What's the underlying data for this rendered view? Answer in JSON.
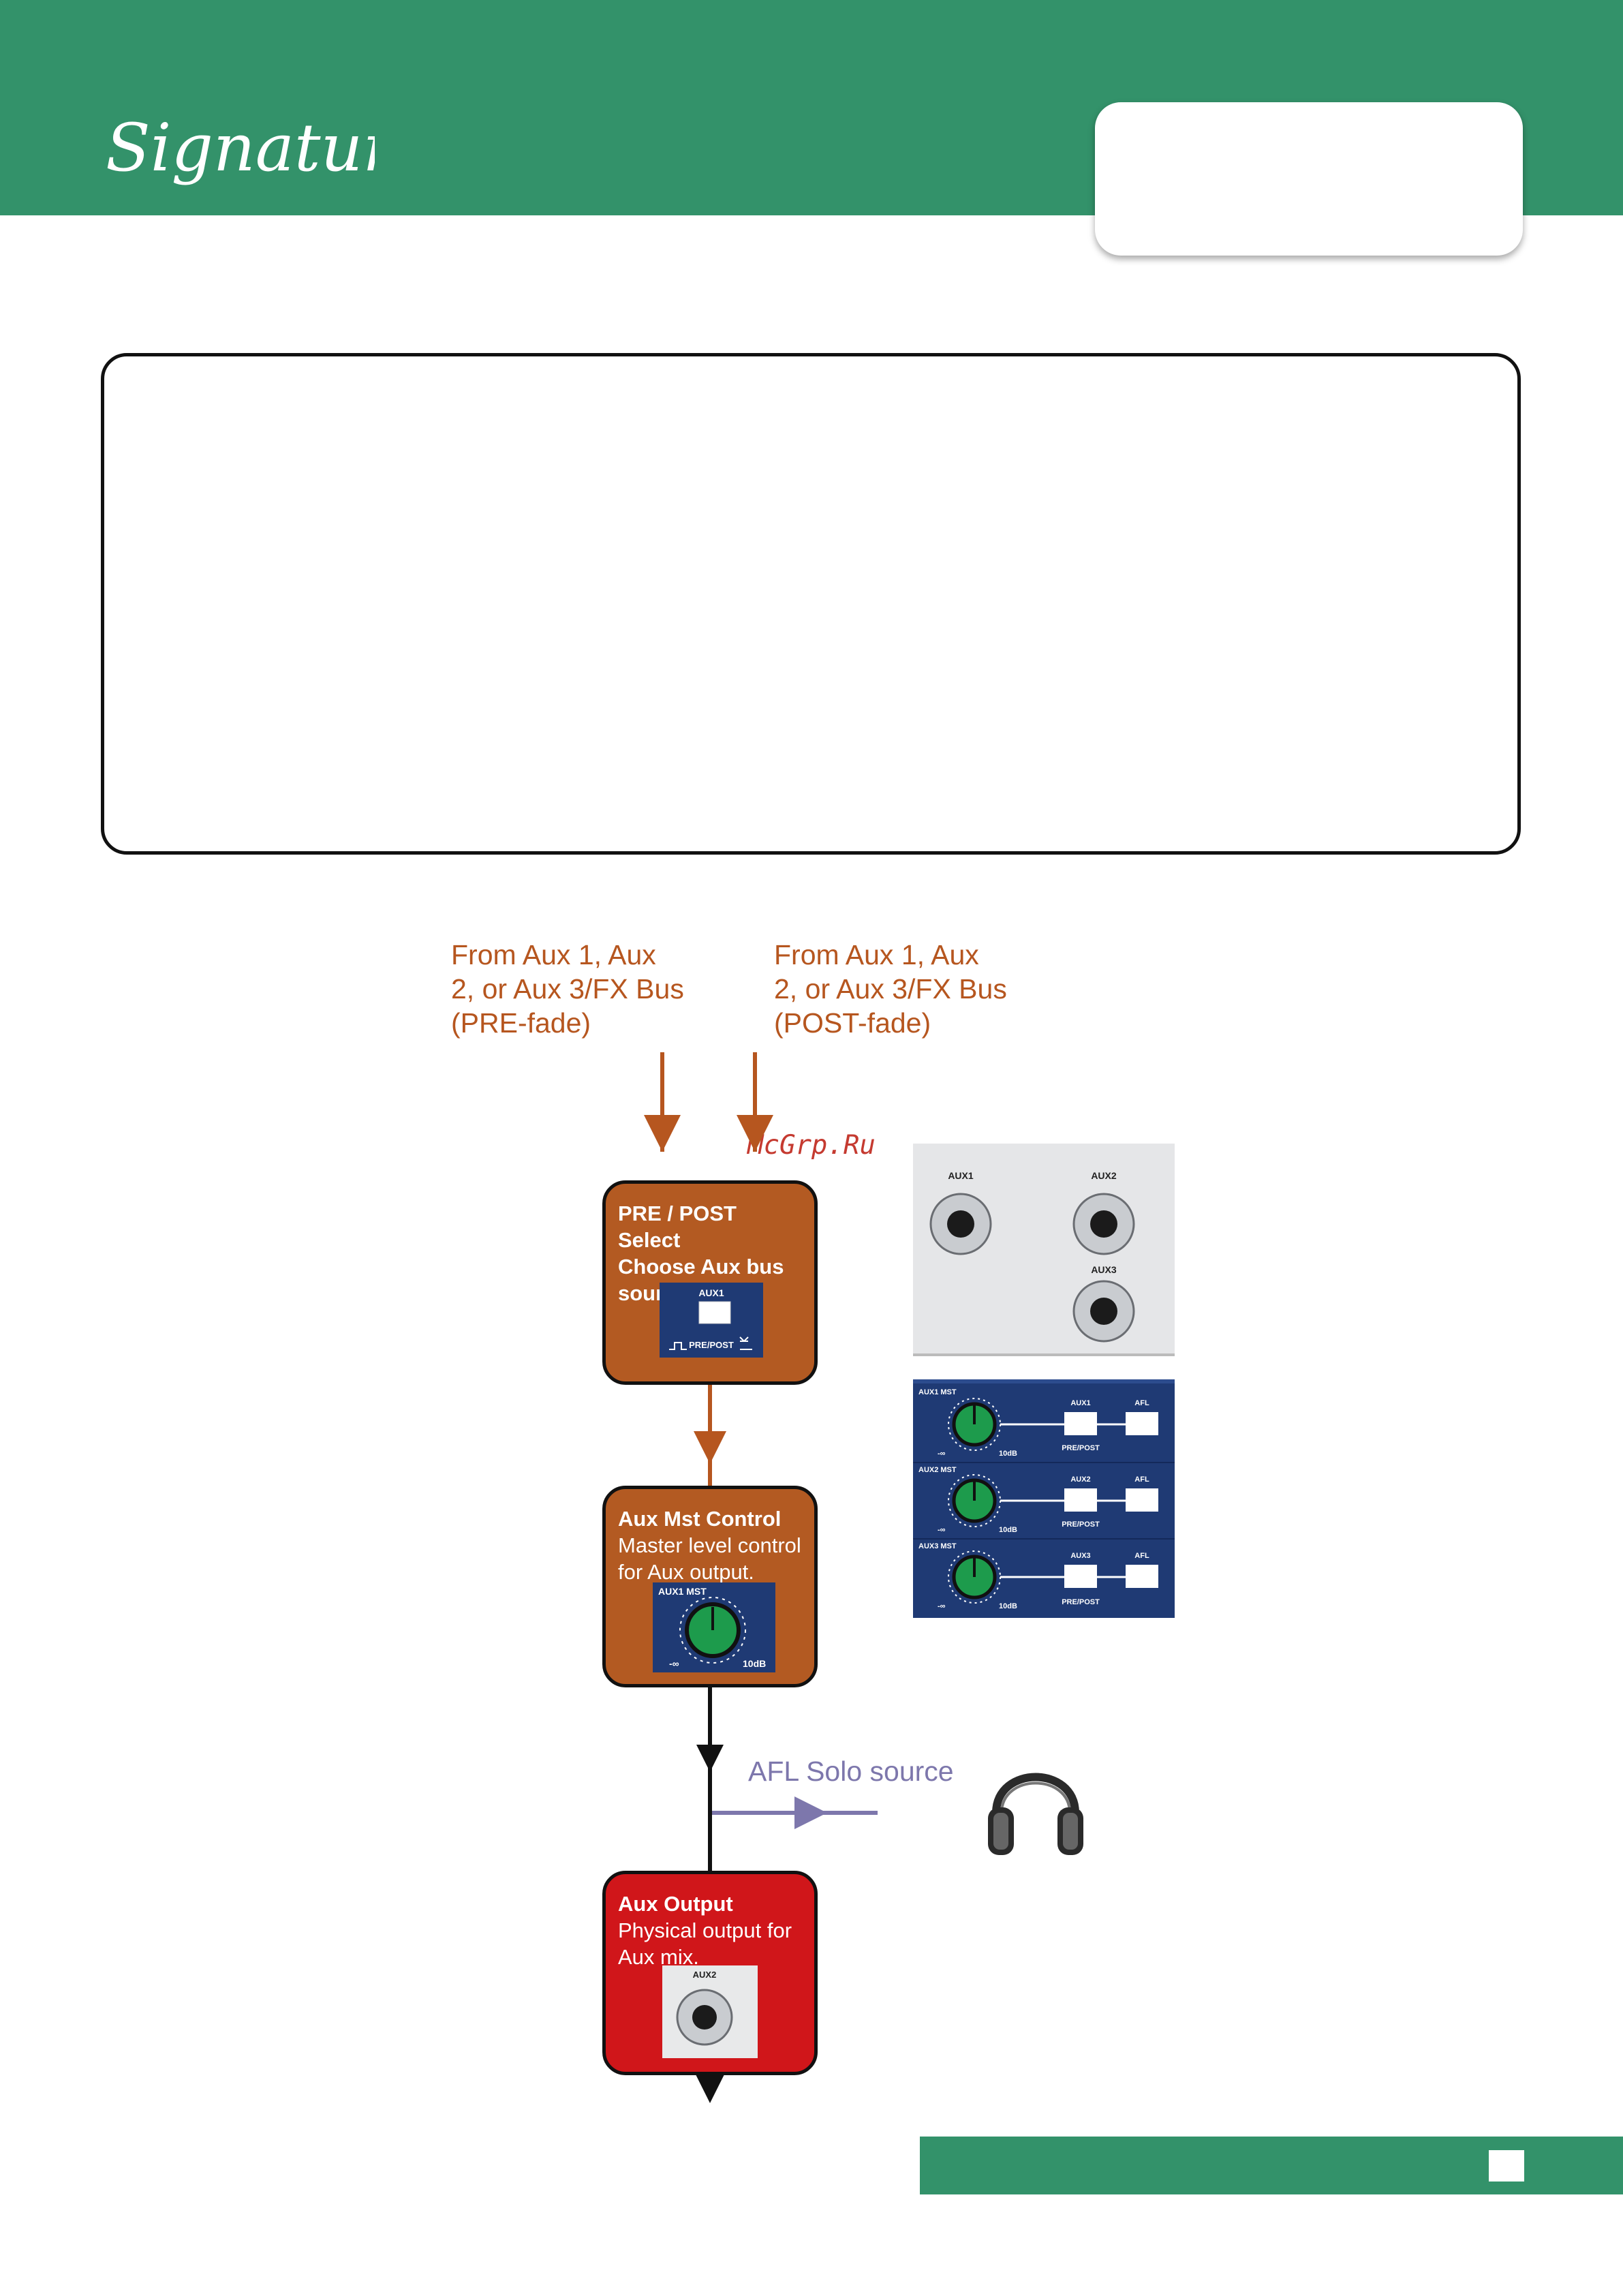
{
  "brand": {
    "logo_text": "Signature"
  },
  "watermark": "McGrp.Ru",
  "bus_sources": {
    "pre": "From Aux 1, Aux\n2, or Aux 3/FX Bus\n(PRE-fade)",
    "post": "From Aux 1, Aux\n2, or Aux 3/FX Bus\n(POST-fade)"
  },
  "boxes": {
    "pre_post": {
      "title": "PRE / POST Select",
      "desc": "Choose Aux bus source.",
      "switch_label": "AUX1",
      "switch_caption": "PRE/POST"
    },
    "aux_mst": {
      "title": "Aux Mst Control",
      "desc": "Master level control for Aux output.",
      "knob_label": "AUX1 MST",
      "knob_min": "-∞",
      "knob_max": "10dB"
    },
    "aux_output": {
      "title": "Aux Output",
      "desc": "Physical output for Aux mix.",
      "jack_label": "AUX2"
    }
  },
  "afl_label": "AFL Solo source",
  "jack_panel": {
    "jacks": [
      "AUX1",
      "AUX2",
      "AUX3"
    ]
  },
  "master_panel": {
    "rows": [
      {
        "knob": "AUX1 MST",
        "switch": "AUX1",
        "caption": "PRE/POST",
        "afl": "AFL",
        "min": "-∞",
        "max": "10dB"
      },
      {
        "knob": "AUX2 MST",
        "switch": "AUX2",
        "caption": "PRE/POST",
        "afl": "AFL",
        "min": "-∞",
        "max": "10dB"
      },
      {
        "knob": "AUX3 MST",
        "switch": "AUX3",
        "caption": "PRE/POST",
        "afl": "AFL",
        "min": "-∞",
        "max": "10dB"
      }
    ]
  },
  "colors": {
    "brand_green": "#33926a",
    "flow_orange": "#b6561f",
    "output_red": "#d0161a",
    "afl_purple": "#7d77ac",
    "panel_navy": "#1f3a74",
    "knob_green": "#1d9b4c"
  }
}
